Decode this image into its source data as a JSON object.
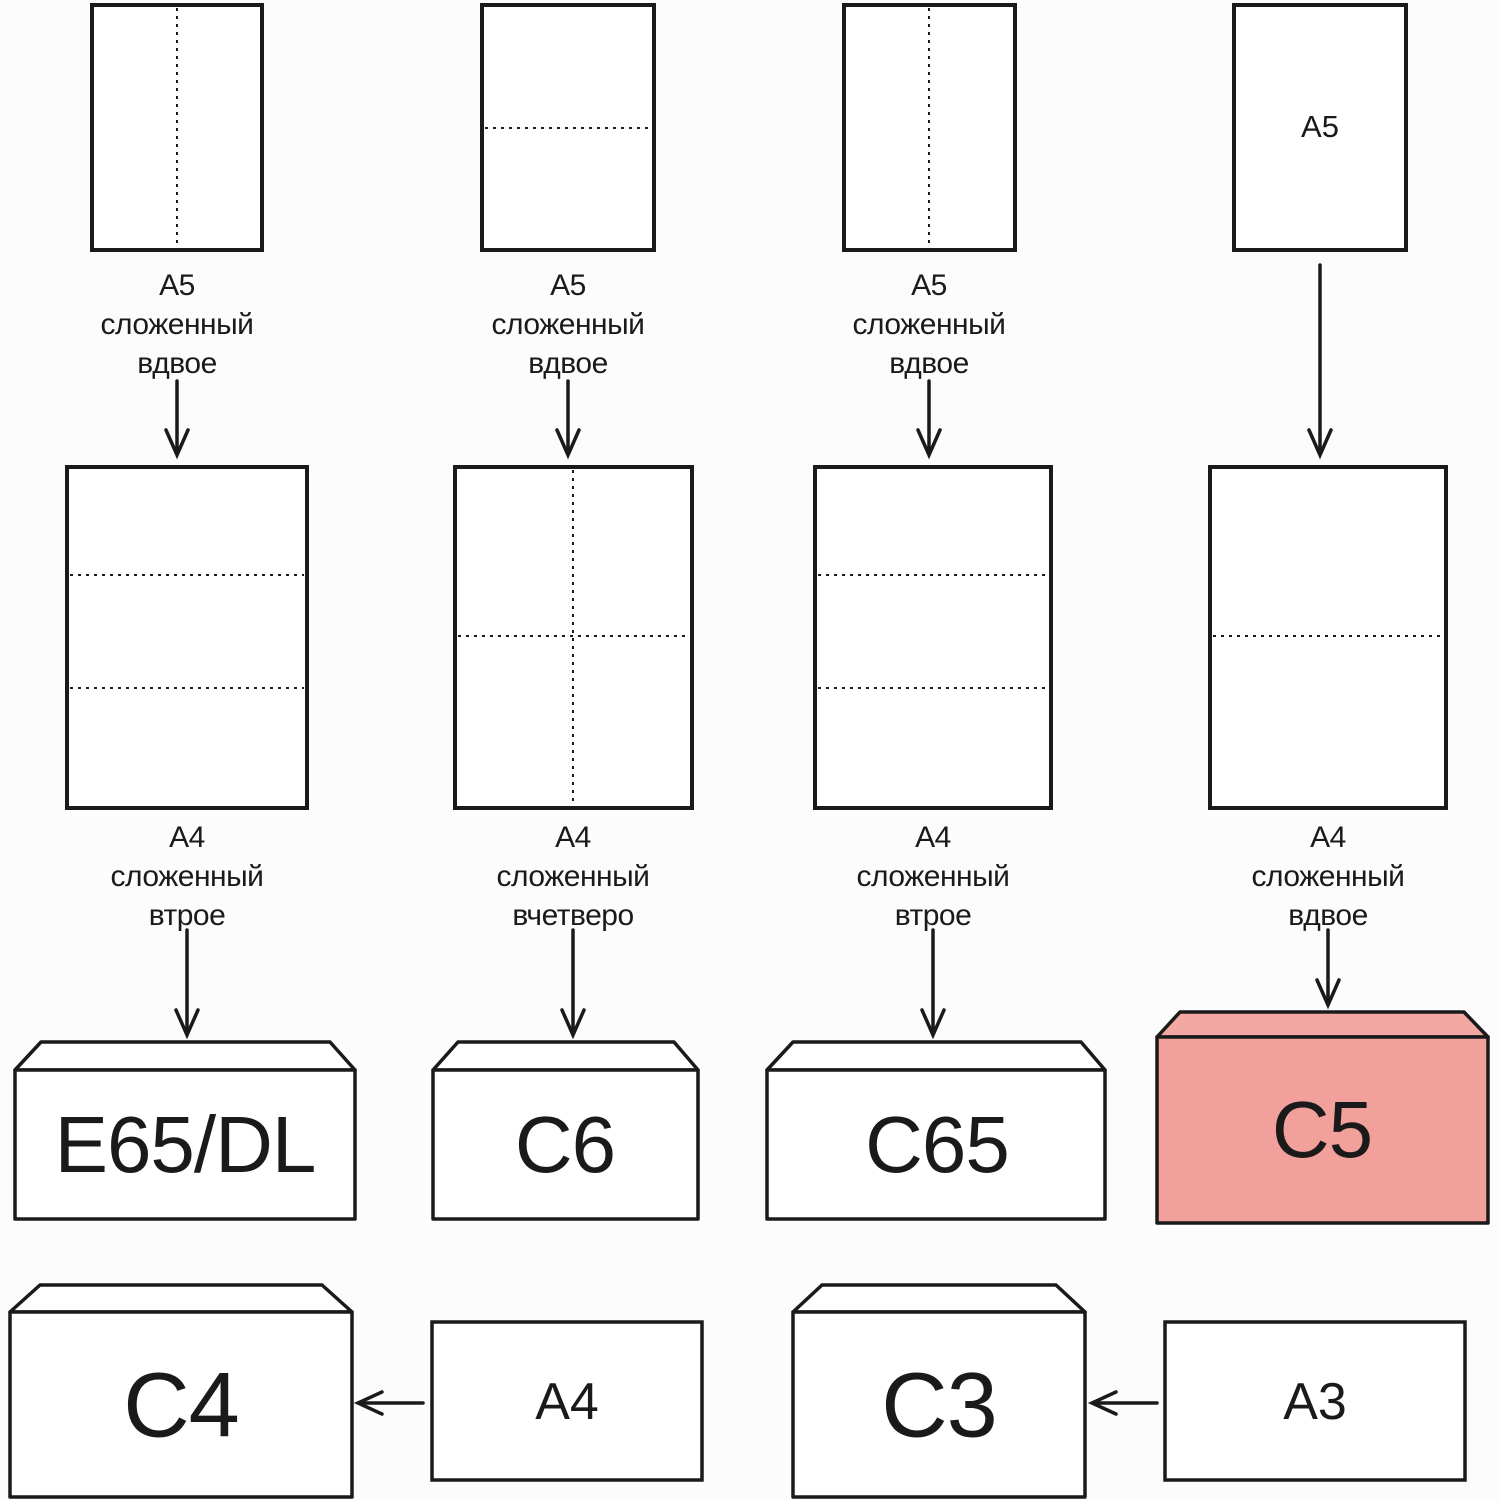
{
  "colors": {
    "ink": "#1a1a1a",
    "paper_fill": "#ffffff",
    "highlight_flap": "#f3a8a3",
    "highlight_body": "#f2a09b",
    "background": "#fcfcfc"
  },
  "row1": {
    "col1_caption": [
      "А5",
      "сложенный",
      "вдвое"
    ],
    "col2_caption": [
      "А5",
      "сложенный",
      "вдвое"
    ],
    "col3_caption": [
      "А5",
      "сложенный",
      "вдвое"
    ],
    "col4_paper_label": "А5"
  },
  "row2": {
    "col1_caption": [
      "А4",
      "сложенный",
      "втрое"
    ],
    "col2_caption": [
      "А4",
      "сложенный",
      "вчетверо"
    ],
    "col3_caption": [
      "А4",
      "сложенный",
      "втрое"
    ],
    "col4_caption": [
      "А4",
      "сложенный",
      "вдвое"
    ]
  },
  "row3_envelopes": {
    "e65dl": "E65/DL",
    "c6": "C6",
    "c65": "C65",
    "c5": "C5"
  },
  "row4": {
    "c4": "C4",
    "a4": "А4",
    "c3": "C3",
    "a3": "А3"
  }
}
